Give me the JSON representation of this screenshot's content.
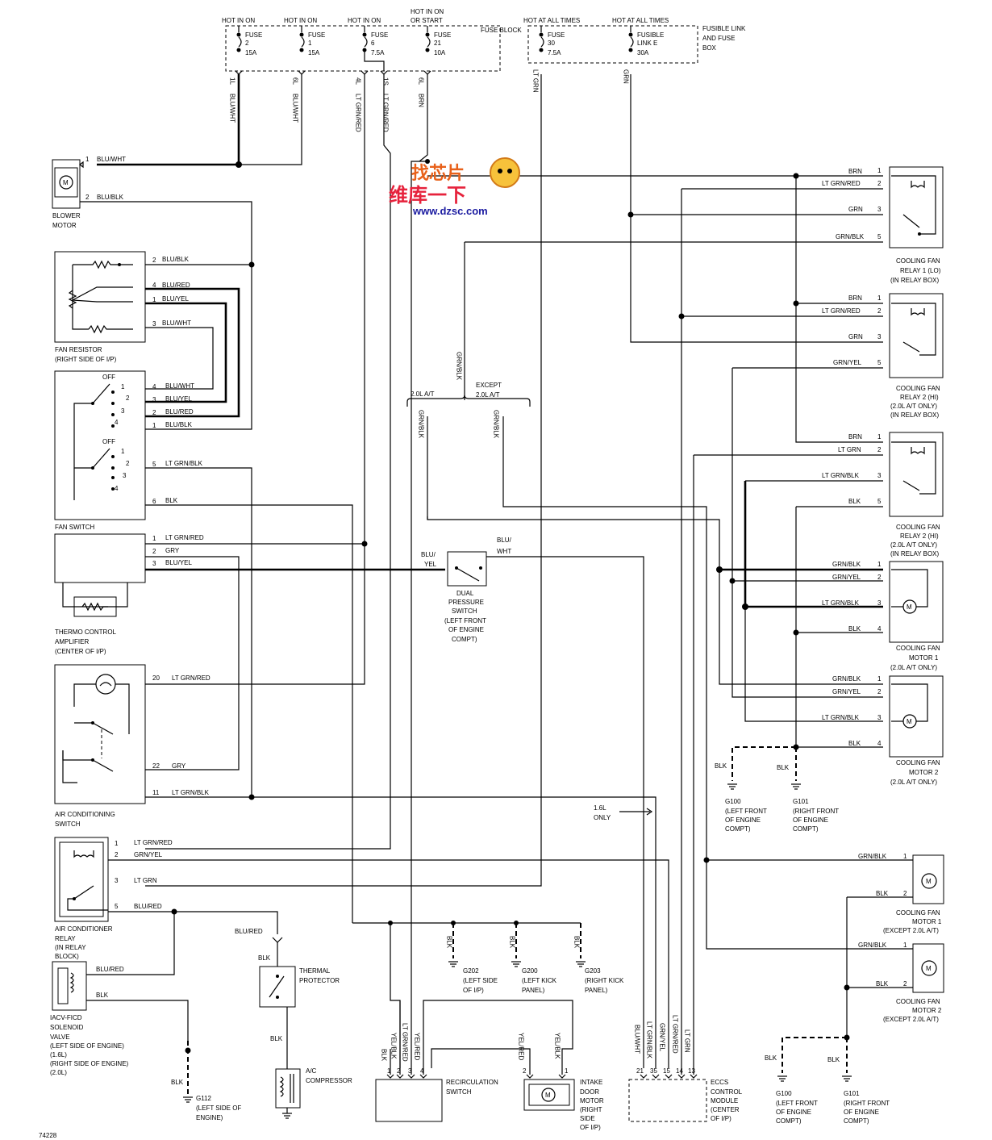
{
  "fuses": [
    {
      "power": "HOT IN ON",
      "label": "FUSE",
      "number": "2",
      "amps": "15A",
      "circuit": "1L",
      "wire": "BLU/WHT"
    },
    {
      "power": "HOT IN ON",
      "label": "FUSE",
      "number": "1",
      "amps": "15A",
      "circuit": "6L",
      "wire": "BLU/WHT"
    },
    {
      "power": "HOT IN ON",
      "label": "FUSE",
      "number": "6",
      "amps": "7.5A",
      "circuit": "4L",
      "wire": "LT GRN/RED"
    },
    {
      "power": "HOT IN ON OR START",
      "label": "FUSE",
      "number": "21",
      "amps": "10A",
      "circuit": "6L",
      "wire": "BRN"
    }
  ],
  "fuse_block_label": "FUSE BLOCK",
  "fuse_6_second_circuit": "1S",
  "fuse_6_second_wire": "LT GRN/RED",
  "fusible": [
    {
      "power": "HOT AT ALL TIMES",
      "label": "FUSE",
      "number": "30",
      "amps": "7.5A",
      "wire": "LT GRN"
    },
    {
      "power": "HOT AT ALL TIMES",
      "label": "FUSIBLE",
      "number": "LINK E",
      "amps": "30A",
      "wire": "GRN"
    }
  ],
  "fusible_box_label": [
    "FUSIBLE LINK",
    "AND FUSE",
    "BOX"
  ],
  "components": {
    "blower_motor": [
      "BLOWER",
      "MOTOR"
    ],
    "fan_resistor": [
      "FAN RESISTOR",
      "(RIGHT SIDE OF I/P)"
    ],
    "fan_switch": [
      "FAN SWITCH"
    ],
    "thermo_amp": [
      "THERMO CONTROL",
      "AMPLIFIER",
      "(CENTER OF I/P)"
    ],
    "ac_switch": [
      "AIR CONDITIONING",
      "SWITCH"
    ],
    "ac_relay": [
      "AIR CONDITIONER",
      "RELAY",
      "(IN RELAY",
      "BLOCK)"
    ],
    "iacv": [
      "IACV-FICD",
      "SOLENOID",
      "VALVE",
      "(LEFT SIDE OF ENGINE)",
      "(1.6L)",
      "(RIGHT SIDE OF ENGINE)",
      "(2.0L)"
    ],
    "thermal_protector": [
      "THERMAL",
      "PROTECTOR"
    ],
    "compressor": [
      "A/C",
      "COMPRESSOR"
    ],
    "dual_pressure": [
      "DUAL",
      "PRESSURE",
      "SWITCH",
      "(LEFT FRONT",
      "OF ENGINE",
      "COMPT)"
    ],
    "recirc_switch": [
      "RECIRCULATION",
      "SWITCH"
    ],
    "intake_door": [
      "INTAKE",
      "DOOR",
      "MOTOR",
      "(RIGHT",
      "SIDE",
      "OF I/P)"
    ],
    "eccs": [
      "ECCS",
      "CONTROL",
      "MODULE",
      "(CENTER",
      "OF I/P)"
    ],
    "relay1": [
      "COOLING FAN",
      "RELAY 1 (LO)",
      "(IN RELAY BOX)"
    ],
    "relay2a": [
      "COOLING FAN",
      "RELAY 2 (HI)",
      "(2.0L A/T ONLY)",
      "(IN RELAY BOX)"
    ],
    "relay2b": [
      "COOLING FAN",
      "RELAY 2 (HI)",
      "(2.0L A/T ONLY)",
      "(IN RELAY BOX)"
    ],
    "motor1a": [
      "COOLING FAN",
      "MOTOR 1",
      "(2.0L A/T ONLY)"
    ],
    "motor2a": [
      "COOLING FAN",
      "MOTOR 2",
      "(2.0L A/T ONLY)"
    ],
    "motor1b": [
      "COOLING FAN",
      "MOTOR 1",
      "(EXCEPT 2.0L A/T)"
    ],
    "motor2b": [
      "COOLING FAN",
      "MOTOR 2",
      "(EXCEPT 2.0L A/T)"
    ]
  },
  "wires": {
    "blu_wht": "BLU/WHT",
    "blu_blk": "BLU/BLK",
    "blu_red": "BLU/RED",
    "blu_yel": "BLU/YEL",
    "lt_grn_blk": "LT GRN/BLK",
    "lt_grn_red": "LT GRN/RED",
    "blk": "BLK",
    "gry": "GRY",
    "grn_yel": "GRN/YEL",
    "lt_grn": "LT GRN",
    "brn": "BRN",
    "grn": "GRN",
    "grn_blk": "GRN/BLK",
    "grn_blk_dash": "GRN/BLK",
    "yel_blk": "YEL/BLK",
    "yel_red": "YEL/RED",
    "lt_grn_red2": "LT GRN/RED",
    "blu_yel_split": [
      "BLU/",
      "YEL"
    ],
    "blu_wht_split": [
      "BLU/",
      "WHT"
    ],
    "lt_grn_slash_red": "LT GRN/RED",
    "lt_grn_bslash_blk": "LT GRN/BLK"
  },
  "branches": {
    "two_l_at": "2.0L A/T",
    "except": [
      "EXCEPT",
      "2.0L A/T"
    ],
    "one_six": [
      "1.6L",
      "ONLY"
    ]
  },
  "switch_labels": {
    "off": "OFF"
  },
  "grounds": {
    "g202": [
      "G202",
      "(LEFT SIDE",
      "OF I/P)"
    ],
    "g200": [
      "G200",
      "(LEFT KICK",
      "PANEL)"
    ],
    "g203": [
      "G203",
      "(RIGHT KICK",
      "PANEL)"
    ],
    "g112": [
      "G112",
      "(LEFT SIDE OF",
      "ENGINE)"
    ],
    "g100a": [
      "G100",
      "(LEFT FRONT",
      "OF ENGINE",
      "COMPT)"
    ],
    "g101a": [
      "G101",
      "(RIGHT FRONT",
      "OF ENGINE",
      "COMPT)"
    ],
    "g100b": [
      "G100",
      "(LEFT FRONT",
      "OF ENGINE",
      "COMPT)"
    ],
    "g101b": [
      "G101",
      "(RIGHT FRONT",
      "OF ENGINE",
      "COMPT)"
    ]
  },
  "pins": {
    "blower": [
      "1",
      "2"
    ],
    "resistor": [
      "2",
      "4",
      "1",
      "3"
    ],
    "fanswitch": [
      "4",
      "3",
      "2",
      "1",
      "5",
      "6"
    ],
    "fanswitch_inner": [
      "1",
      "2",
      "3",
      "4",
      "1",
      "2",
      "3",
      "4"
    ],
    "thermo": [
      "1",
      "2",
      "3"
    ],
    "acswitch": [
      "20",
      "22",
      "11"
    ],
    "acrelay": [
      "1",
      "2",
      "3",
      "5"
    ],
    "recirc": [
      "1",
      "2",
      "3",
      "4"
    ],
    "intake": [
      "2",
      "1"
    ],
    "eccs": [
      "21",
      "35",
      "15",
      "14",
      "13"
    ],
    "relay": [
      "1",
      "2",
      "3",
      "5"
    ],
    "motor": [
      "1",
      "2",
      "3",
      "4"
    ],
    "motorb": [
      "1",
      "2"
    ]
  },
  "watermark": {
    "line1": "找芯片",
    "line2": "维库一下",
    "url": "www.dzsc.com"
  },
  "diagram_id": "74228"
}
